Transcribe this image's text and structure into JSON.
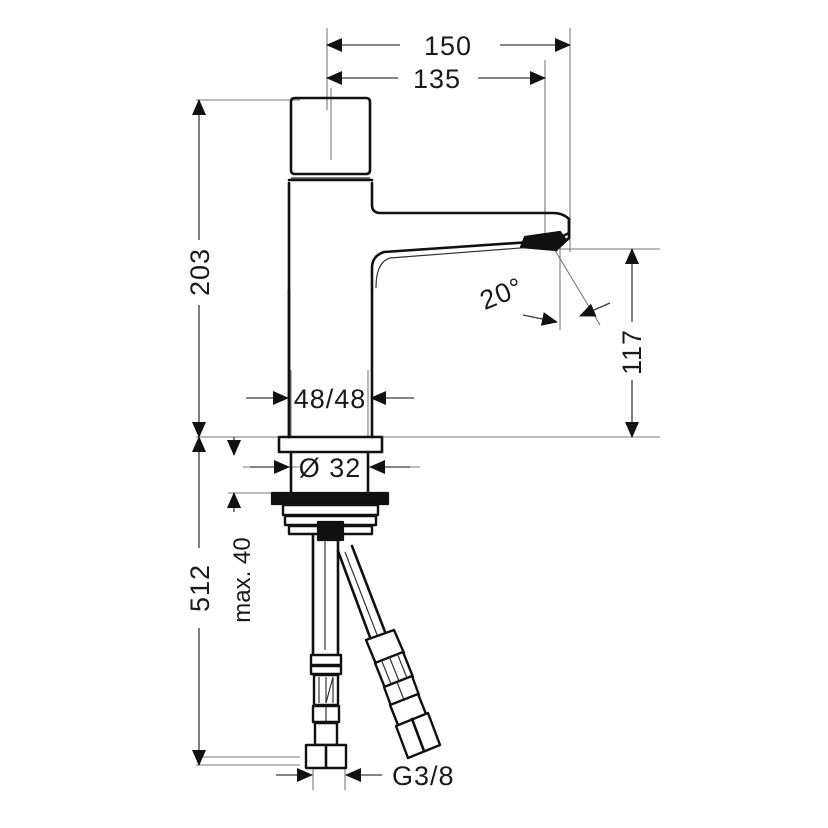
{
  "drawing": {
    "title": "Basin mixer technical dimension drawing",
    "subject": "single-lever basin mixer faucet",
    "units": "mm",
    "line_color": "#111111",
    "dim_color": "#3a3a3a",
    "background": "#ffffff"
  },
  "dimensions": {
    "spout_reach_total": "150",
    "spout_reach_inner": "135",
    "spout_height": "203",
    "spout_outlet_height": "117",
    "body_width": "48/48",
    "base_diameter": "Ø 32",
    "total_length": "512",
    "max_worktop_thickness": "max. 40",
    "thread_size": "G3/8",
    "outlet_angle": "20°"
  },
  "labels": [
    {
      "id": "dim-150",
      "text": "150",
      "rotation": 0,
      "orientation": "horizontal",
      "value": 150
    },
    {
      "id": "dim-135",
      "text": "135",
      "rotation": 0,
      "orientation": "horizontal",
      "value": 135
    },
    {
      "id": "dim-203",
      "text": "203",
      "rotation": -90,
      "orientation": "vertical",
      "value": 203
    },
    {
      "id": "dim-117",
      "text": "117",
      "rotation": -90,
      "orientation": "vertical",
      "value": 117
    },
    {
      "id": "dim-4848",
      "text": "48/48",
      "rotation": 0,
      "orientation": "horizontal",
      "value": 48
    },
    {
      "id": "dim-d32",
      "text": "Ø 32",
      "rotation": 0,
      "orientation": "horizontal",
      "value": 32
    },
    {
      "id": "dim-512",
      "text": "512",
      "rotation": -90,
      "orientation": "vertical",
      "value": 512
    },
    {
      "id": "dim-max40",
      "text": "max. 40",
      "rotation": -90,
      "orientation": "vertical",
      "value": 40
    },
    {
      "id": "dim-g38",
      "text": "G3/8",
      "rotation": 0,
      "orientation": "horizontal",
      "value": "G3/8"
    },
    {
      "id": "dim-angle",
      "text": "20°",
      "rotation": -22,
      "orientation": "angled",
      "value": 20
    }
  ],
  "icons": {
    "arrow": "dimension-arrow-icon",
    "diameter": "diameter-symbol-icon"
  }
}
